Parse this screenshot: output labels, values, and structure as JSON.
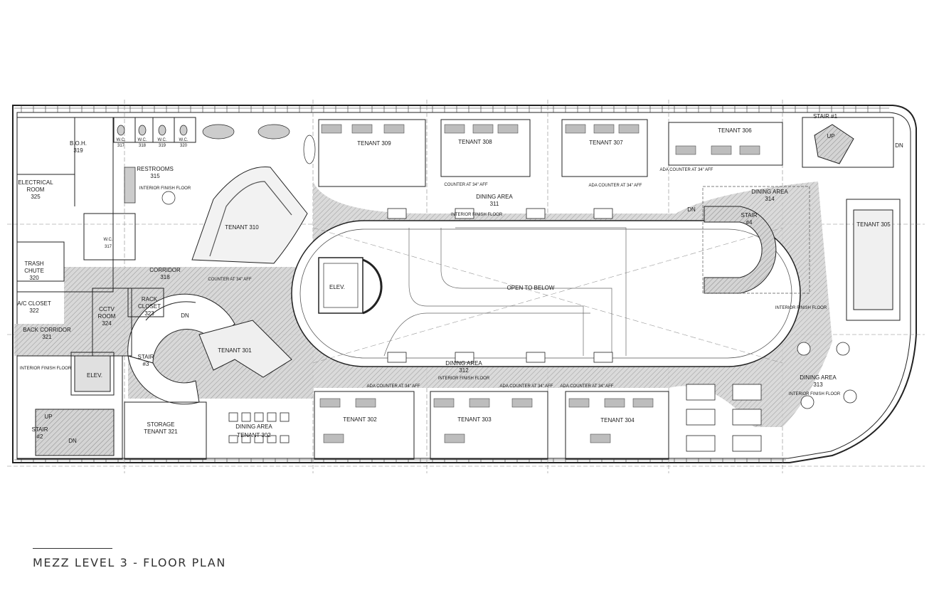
{
  "title": "MEZZ LEVEL 3 - FLOOR PLAN",
  "colors": {
    "line": "#222222",
    "hatch": "#9a9a9a",
    "fill": "#c8c8c8",
    "dark": "#555555"
  },
  "rooms": {
    "boh": "B.O.H.",
    "boh_no": "319",
    "electrical": "ELECTRICAL",
    "electrical2": "ROOM",
    "electrical_no": "325",
    "restrooms": "RESTROOMS",
    "restrooms_no": "315",
    "wc1": "W.C.",
    "wc1_no": "317",
    "wc2": "W.C.",
    "wc2_no": "318",
    "wc3": "W.C.",
    "wc3_no": "319",
    "wc4": "W.C.",
    "wc4_no": "320",
    "wc5": "W.C.",
    "wc5_no": "317",
    "trash": "TRASH",
    "trash2": "CHUTE",
    "trash_no": "320",
    "ac": "A/C CLOSET",
    "ac_no": "322",
    "back_corridor": "BACK CORRIDOR",
    "back_corridor_no": "321",
    "corridor": "CORRIDOR",
    "corridor_no": "318",
    "cctv": "CCTV",
    "cctv2": "ROOM",
    "cctv_no": "324",
    "rack": "RACK",
    "rack2": "CLOSET",
    "rack_no": "323",
    "stair3": "STAIR",
    "stair3_no": "#3",
    "stair2": "STAIR",
    "stair2_no": "#2",
    "stair1": "STAIR #1",
    "stair4": "STAIR",
    "stair4_no": "#4",
    "elev1": "ELEV.",
    "elev2": "ELEV.",
    "storage": "STORAGE",
    "storage2": "TENANT 321",
    "t301": "TENANT 301",
    "t302": "TENANT 302",
    "t303": "TENANT 303",
    "t304": "TENANT 304",
    "t305": "TENANT 305",
    "t306": "TENANT 306",
    "t307": "TENANT 307",
    "t308": "TENANT 308",
    "t309": "TENANT 309",
    "t310": "TENANT 310",
    "dining311": "DINING AREA",
    "dining311_no": "311",
    "dining312": "DINING AREA",
    "dining312_no": "312",
    "dining313": "DINING AREA",
    "dining313_no": "313",
    "dining314": "DINING AREA",
    "dining314_no": "314",
    "dining_302": "DINING AREA",
    "open_below": "OPEN TO BELOW",
    "up": "UP",
    "dn": "DN",
    "interior_finish": "INTERIOR FINISH FLOOR",
    "ada_counter": "ADA COUNTER AT 34\" AFF",
    "counter_34": "COUNTER AT 34\" AFF"
  }
}
